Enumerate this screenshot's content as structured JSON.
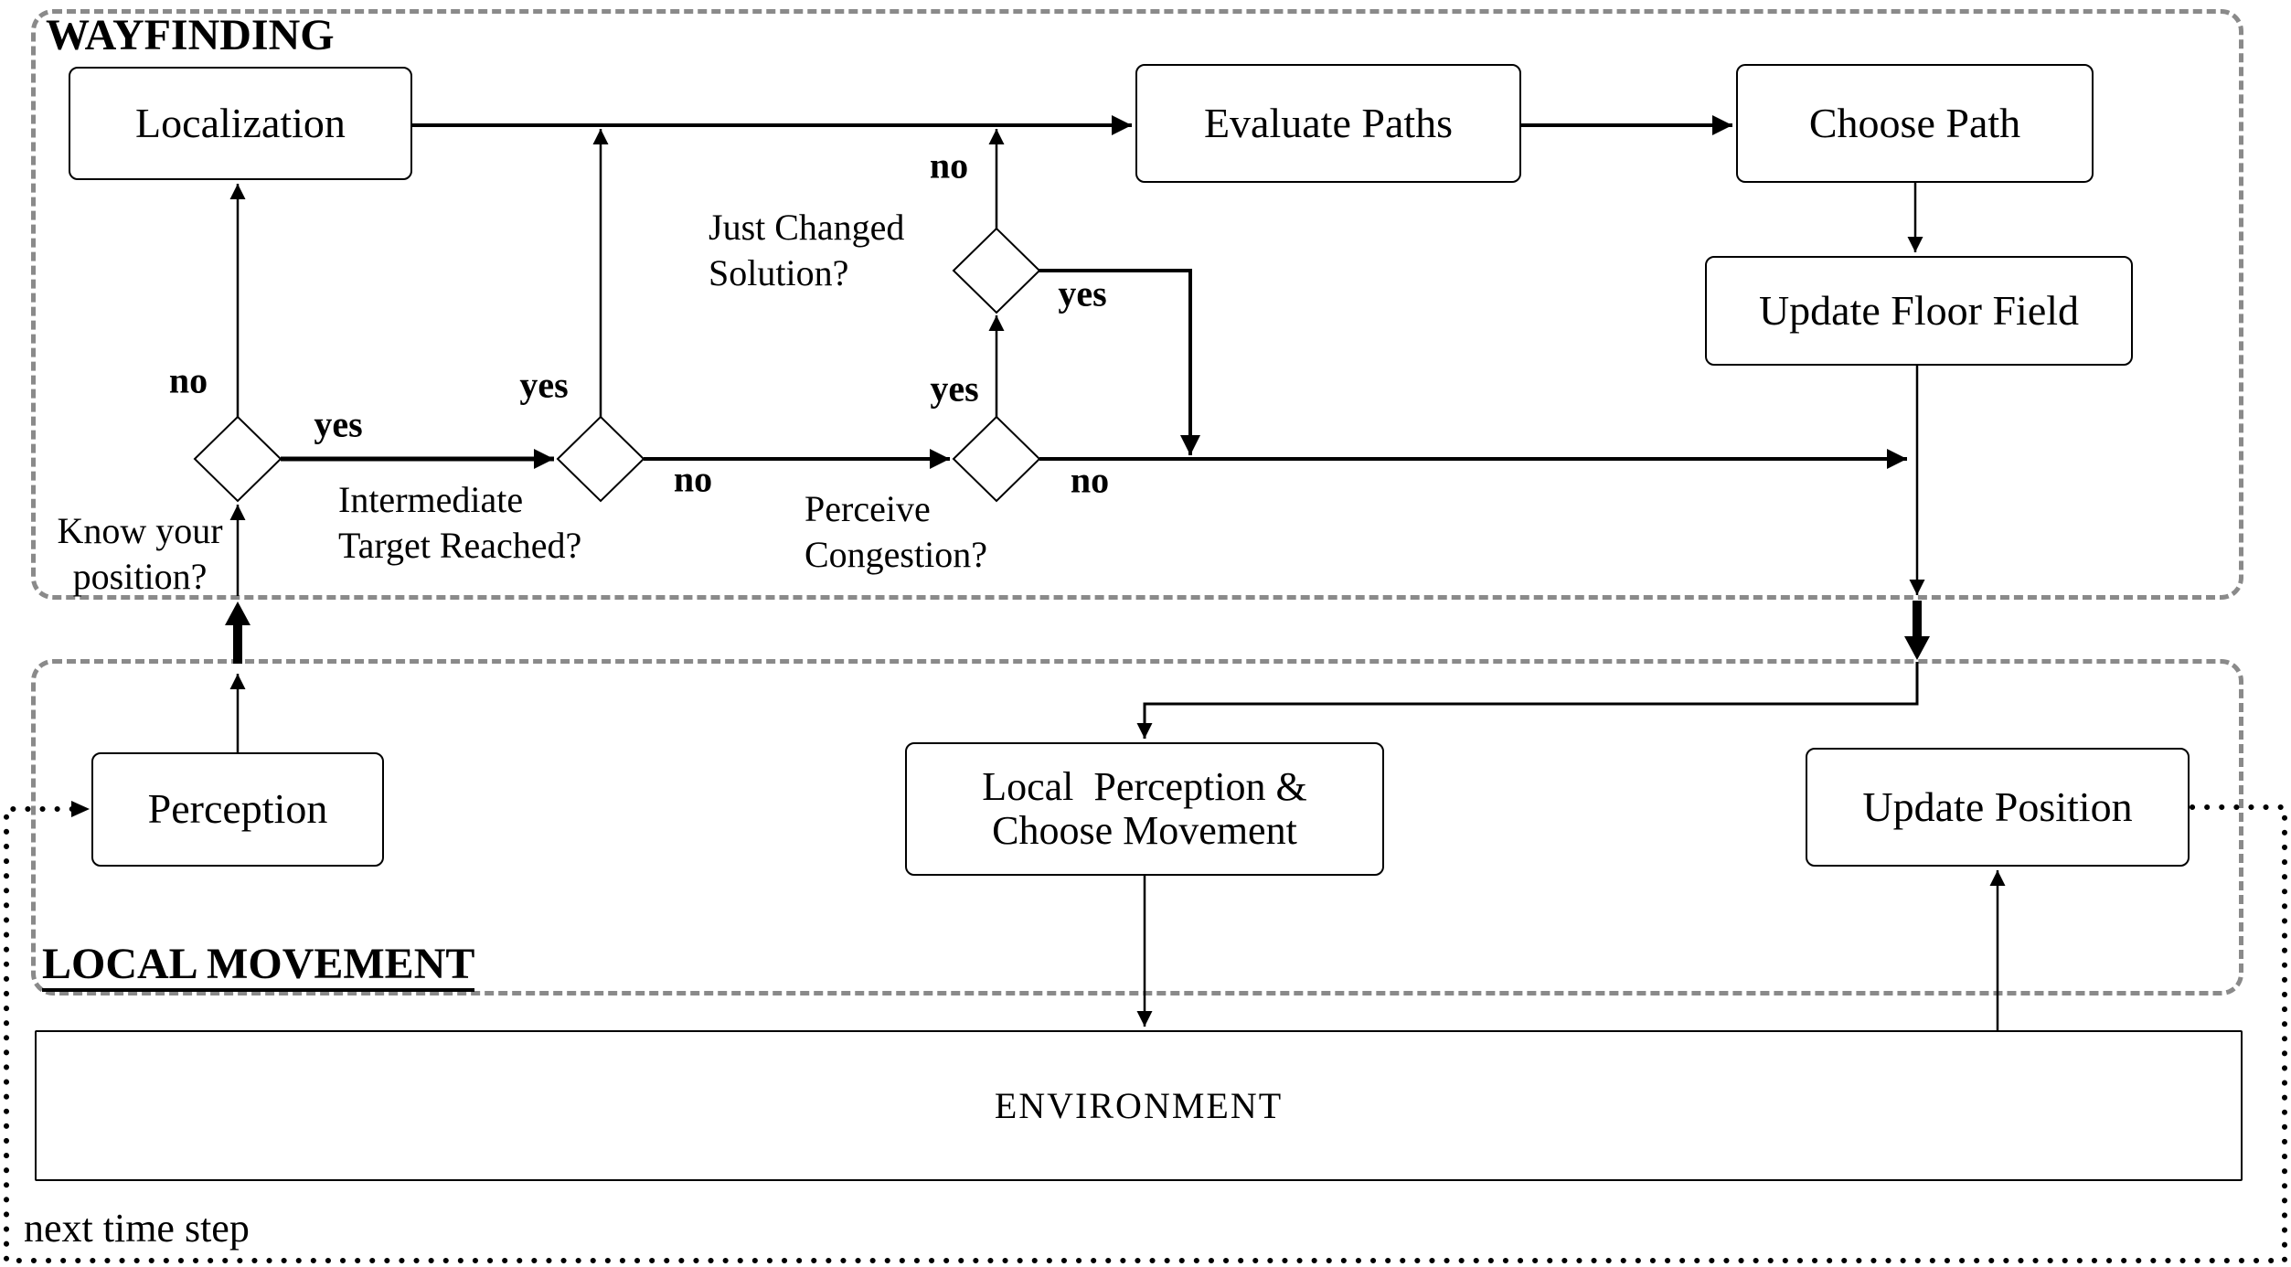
{
  "diagram": {
    "background_color": "#ffffff",
    "line_color": "#000000",
    "dashed_border_color": "#8a8a8a",
    "sections": [
      {
        "id": "wayfinding",
        "label": "WAYFINDING"
      },
      {
        "id": "local-movement",
        "label": "LOCAL MOVEMENT"
      }
    ],
    "nodes": [
      {
        "id": "localization",
        "label": "Localization"
      },
      {
        "id": "evaluate-paths",
        "label": "Evaluate Paths"
      },
      {
        "id": "choose-path",
        "label": "Choose Path"
      },
      {
        "id": "update-floor-field",
        "label": "Update Floor Field"
      },
      {
        "id": "perception",
        "label": "Perception"
      },
      {
        "id": "local-perception-choose-movement",
        "label_line1": "Local  Perception &",
        "label_line2": "Choose Movement"
      },
      {
        "id": "update-position",
        "label": "Update Position"
      },
      {
        "id": "environment",
        "label": "ENVIRONMENT"
      }
    ],
    "decisions": [
      {
        "id": "know-your-position",
        "line1": "Know your",
        "line2": "position?"
      },
      {
        "id": "intermediate-target-reached",
        "line1": "Intermediate",
        "line2": "Target Reached?"
      },
      {
        "id": "perceive-congestion",
        "line1": "Perceive",
        "line2": "Congestion?"
      },
      {
        "id": "just-changed-solution",
        "line1": "Just Changed",
        "line2": "Solution?"
      }
    ],
    "edge_labels": [
      {
        "id": "know-position-no",
        "text": "no"
      },
      {
        "id": "know-position-yes",
        "text": "yes"
      },
      {
        "id": "intermediate-yes",
        "text": "yes"
      },
      {
        "id": "intermediate-no",
        "text": "no"
      },
      {
        "id": "congestion-yes",
        "text": "yes"
      },
      {
        "id": "congestion-no",
        "text": "no"
      },
      {
        "id": "solution-no",
        "text": "no"
      },
      {
        "id": "solution-yes",
        "text": "yes"
      }
    ],
    "loop_label": "next time step"
  }
}
